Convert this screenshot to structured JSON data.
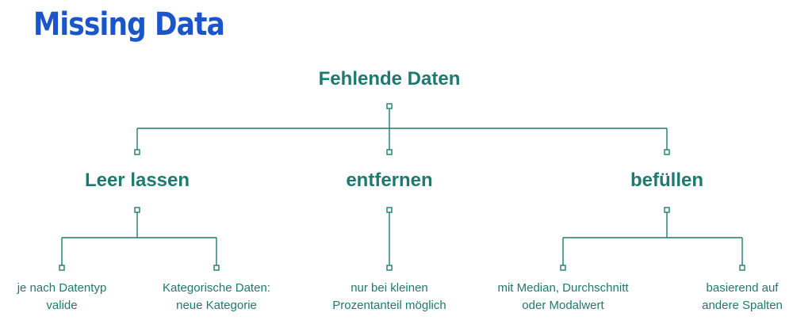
{
  "title": "Missing Data",
  "colors": {
    "title": "#1a56c9",
    "tree": "#1e7a6e"
  },
  "tree": {
    "root": "Fehlende Daten",
    "branches": [
      {
        "label": "Leer lassen",
        "leaves": [
          [
            "je nach Datentyp",
            "valide"
          ],
          [
            "Kategorische Daten:",
            "neue Kategorie"
          ]
        ]
      },
      {
        "label": "entfernen",
        "leaves": [
          [
            "nur bei kleinen",
            "Prozentanteil möglich"
          ]
        ]
      },
      {
        "label": "befüllen",
        "leaves": [
          [
            "mit Median, Durchschnitt",
            "oder Modalwert"
          ],
          [
            "basierend auf",
            "andere Spalten"
          ]
        ]
      }
    ]
  }
}
